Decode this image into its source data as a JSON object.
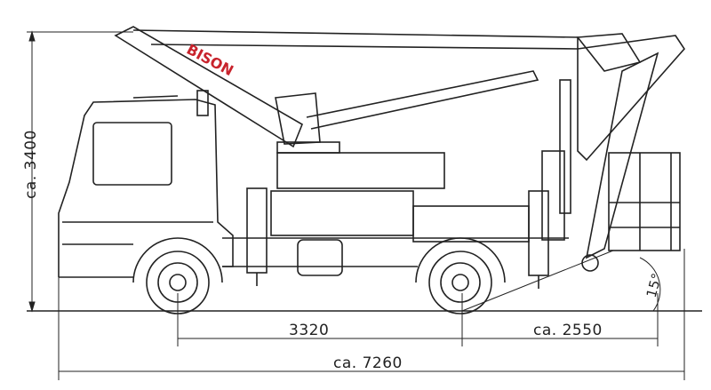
{
  "title": "Truck-mounted aerial platform side view",
  "logo": {
    "text": "BISON",
    "color": "#c8232c"
  },
  "dimensions": {
    "height": "ca. 3400",
    "wheelbase": "3320",
    "rear_overhang": "ca. 2550",
    "total_length": "ca. 7260",
    "angle": "15°"
  }
}
